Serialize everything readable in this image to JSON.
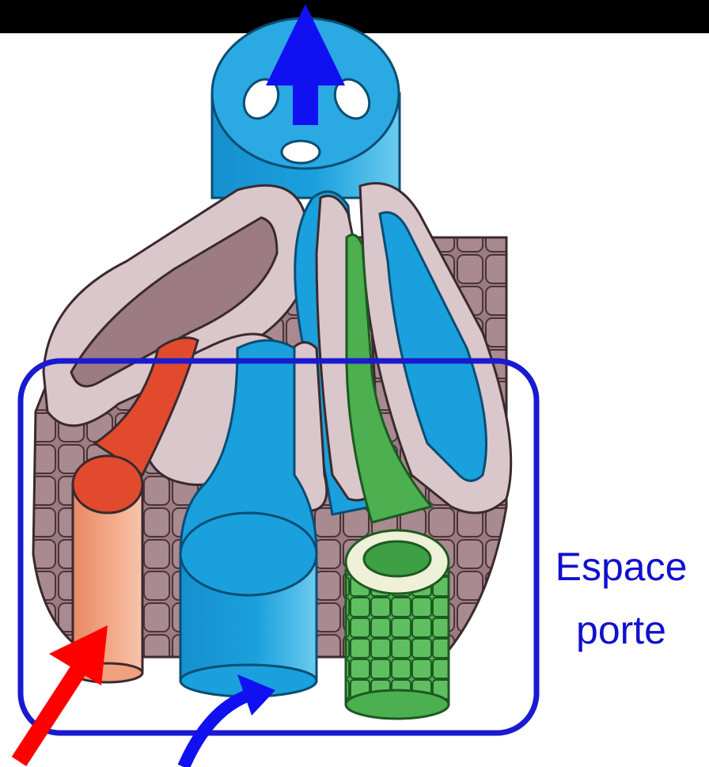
{
  "label": {
    "line1": "Espace",
    "line2": "porte"
  },
  "colors": {
    "top_bar": "#000000",
    "bile_blue": "#1aa0dc",
    "bile_blue_light": "#5ec3ee",
    "frame_blue": "#1a1ad0",
    "arrow_blue": "#1010f0",
    "arrow_red": "#ff0000",
    "artery_red": "#e24a2e",
    "artery_pink": "#f0a07e",
    "hepatocyte": "#d9c7cb",
    "stroma": "#9c7c82",
    "lymph_green": "#4caf50"
  },
  "icons": [
    "portal-space-frame",
    "blue-outflow-arrow",
    "red-inflow-arrow",
    "blue-inflow-arrow"
  ]
}
